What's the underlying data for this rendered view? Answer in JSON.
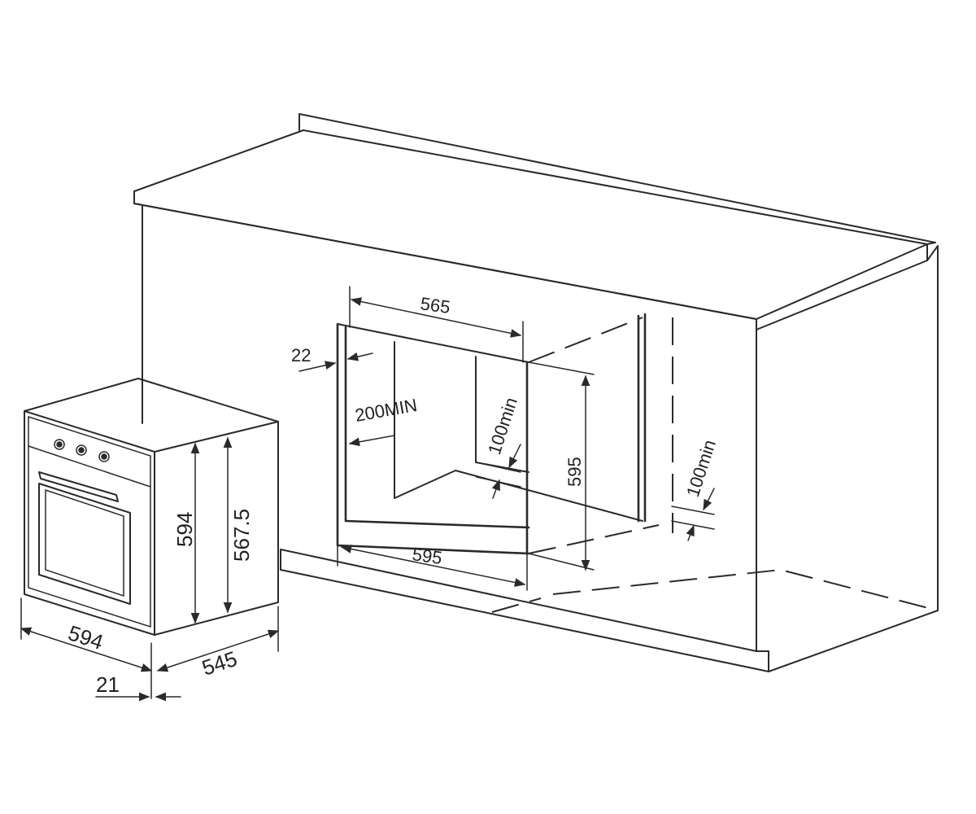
{
  "colors": {
    "line": "#2a2a2a",
    "background": "#ffffff"
  },
  "dimensions": {
    "oven_width": "594",
    "oven_height": "594",
    "oven_inner_height": "567.5",
    "oven_depth": "545",
    "oven_front_offset": "21",
    "niche_top_width": "565",
    "niche_bottom_width": "595",
    "niche_height": "595",
    "side_gap": "22",
    "min_clearance_side": "200MIN",
    "rear_vent_1": "100min",
    "rear_vent_2": "100min"
  }
}
